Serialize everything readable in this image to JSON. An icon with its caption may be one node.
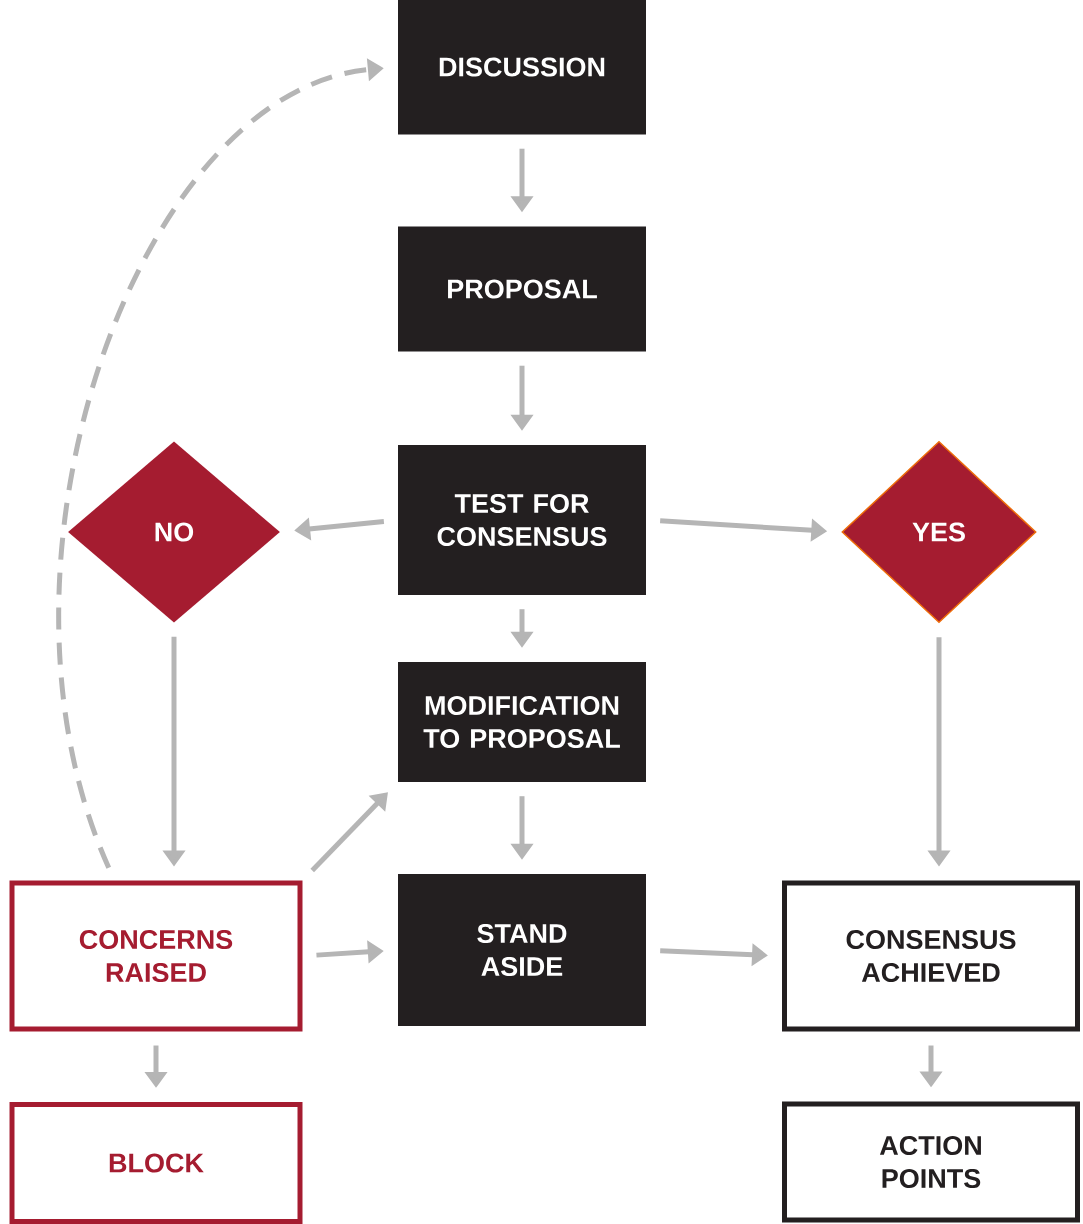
{
  "diagram": {
    "nodes": [
      {
        "text": [
          "DISCUSSION"
        ]
      },
      {
        "text": [
          "PROPOSAL"
        ]
      },
      {
        "text": [
          "TEST FOR CONSENSUS"
        ]
      },
      {
        "text": [
          "NO"
        ]
      },
      {
        "text": [
          "YES"
        ]
      },
      {
        "text": [
          "MODIFICATION TO PROPOSAL"
        ]
      },
      {
        "text": [
          "CONCERNS RAISED"
        ]
      },
      {
        "text": [
          "STAND ASIDE"
        ]
      },
      {
        "text": [
          "CONSENSUS ACHIEVED"
        ]
      },
      {
        "text": [
          "BLOCK"
        ]
      },
      {
        "text": [
          "ACTION POINTS"
        ]
      }
    ],
    "edges": [
      {
        "from": 0,
        "to": 1,
        "arrow": "to"
      },
      {
        "from": 1,
        "to": 2,
        "arrow": "to"
      },
      {
        "from": 2,
        "to": 3,
        "arrow": "to"
      },
      {
        "from": 2,
        "to": 4,
        "arrow": "to"
      },
      {
        "from": 2,
        "to": 5,
        "arrow": "to"
      },
      {
        "from": 3,
        "to": 6,
        "arrow": "to"
      },
      {
        "from": 4,
        "to": 8,
        "arrow": "to"
      },
      {
        "from": 5,
        "to": 7,
        "arrow": "to"
      },
      {
        "from": 6,
        "to": 5,
        "arrow": "to"
      },
      {
        "from": 6,
        "to": 7,
        "arrow": "to"
      },
      {
        "from": 7,
        "to": 8,
        "arrow": "to"
      },
      {
        "from": 6,
        "to": 9,
        "arrow": "to"
      },
      {
        "from": 8,
        "to": 10,
        "arrow": "to"
      },
      {
        "from": 6,
        "to": 0,
        "arrow": "to",
        "style": "dashed"
      }
    ]
  }
}
